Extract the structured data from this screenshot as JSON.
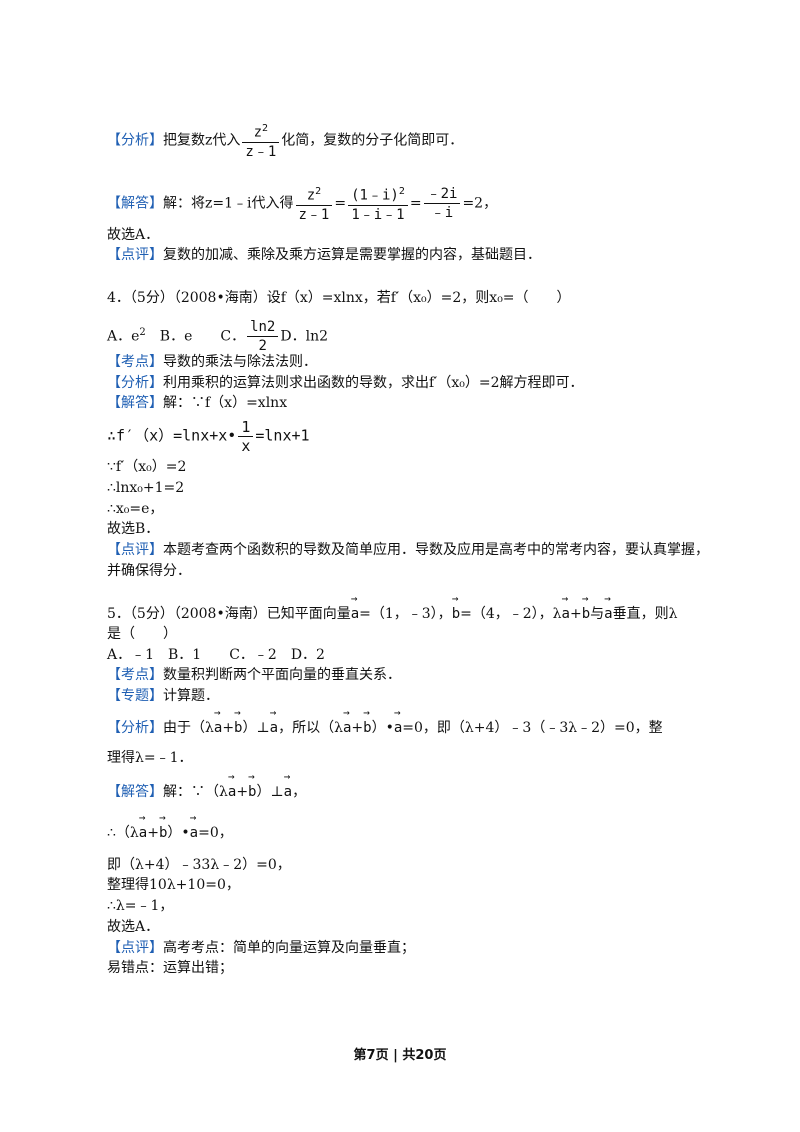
{
  "tags": {
    "analysis": "【分析】",
    "answer": "【解答】",
    "point": "【考点】",
    "comment": "【点评】",
    "topic": "【专题】"
  },
  "prev": {
    "analysis_a": "把复数z代入",
    "analysis_num": "z",
    "analysis_sup": "2",
    "analysis_den": "z﹣1",
    "analysis_b": "化简，复数的分子化简即可．",
    "answer_a": "解：将z=1﹣i代入得",
    "f1_num": "z",
    "f1_sup": "2",
    "f1_den": "z﹣1",
    "eq1": "=",
    "f2_num": "(1﹣i)",
    "f2_sup": "2",
    "f2_den": "1﹣i﹣1",
    "eq2": "=",
    "f3_num": "﹣2i",
    "f3_den": "﹣i",
    "answer_b": "=2，",
    "choose": "故选A．",
    "comment": "复数的加减、乘除及乘方运算是需要掌握的内容，基础题目．"
  },
  "q4": {
    "stem": "4．（5分）（2008•海南）设f（x）=xlnx，若f′（x₀）=2，则x₀=（　　）",
    "opt_a": "A．e",
    "opt_a_sup": "2",
    "opt_b": "　B．e　　C．",
    "opt_c_num": "ln2",
    "opt_c_den": "2",
    "opt_d": "D．ln2",
    "point": "导数的乘法与除法法则．",
    "analysis": "利用乘积的运算法则求出函数的导数，求出f′（x₀）=2解方程即可．",
    "answer": "解：∵f（x）=xlnx",
    "deriv_a": "∴f′（x）=lnx+x•",
    "deriv_num": "1",
    "deriv_den": "x",
    "deriv_b": "=lnx+1",
    "step1": "∵f′（x₀）=2",
    "step2": "∴lnx₀+1=2",
    "step3": "∴x₀=e，",
    "choose": "故选B．",
    "comment_1": "本题考查两个函数积的导数及简单应用．导数及应用是高考中的常考内容，要认真掌握，",
    "comment_2": "并确保得分．"
  },
  "q5": {
    "stem_1a": "5．（5分）（2008•海南）已知平面向量",
    "vec_a": "a",
    "stem_1b": "=（1，﹣3），",
    "vec_b": "b",
    "stem_1c": "=（4，﹣2），",
    "stem_1d": "λ",
    "stem_1e": "+",
    "stem_1f": "与",
    "stem_1g": "垂直，则λ",
    "stem_2": "是（　　）",
    "options": "A．﹣1　B．1　　C．﹣2　D．2",
    "point": "数量积判断两个平面向量的垂直关系．",
    "topic": "计算题．",
    "analysis_a": "由于（λ",
    "analysis_b": "+",
    "analysis_c": "）⊥",
    "analysis_d": "，所以（λ",
    "analysis_e": "+",
    "analysis_f": "）•",
    "analysis_g": "=0，即（λ+4）﹣3（﹣3λ﹣2）=0，整",
    "analysis_2": "理得λ=﹣1．",
    "answer_a": "解：∵（λ",
    "answer_b": "+",
    "answer_c": "）⊥",
    "answer_d": "，",
    "therefore_a": "∴（λ",
    "therefore_b": "+",
    "therefore_c": "）•",
    "therefore_d": "=0，",
    "step1": "即（λ+4）﹣33λ﹣2）=0，",
    "step2": "整理得10λ+10=0，",
    "step3": "∴λ=﹣1，",
    "choose": "故选A．",
    "comment": "高考考点：简单的向量运算及向量垂直；",
    "error": "易错点：运算出错；"
  },
  "footer": "第7页 | 共20页"
}
